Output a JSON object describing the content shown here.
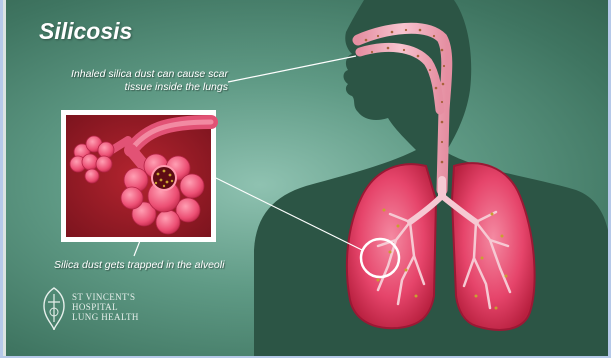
{
  "title": "Silicosis",
  "callouts": {
    "inhaled": "Inhaled silica dust can cause scar tissue inside the lungs",
    "alveoli": "Silica dust gets trapped in the alveoli"
  },
  "logo": {
    "line1": "ST VINCENT'S",
    "line2": "HOSPITAL",
    "line3": "LUNG HEALTH"
  },
  "colors": {
    "background": "#5f9a85",
    "silhouette": "#2c5545",
    "lung": "#e8466a",
    "inset_background": "#9c1c27",
    "dust": "#c9a030",
    "text": "#ffffff"
  },
  "icons": {
    "logo": "hospital-crest-icon",
    "highlight": "magnifier-circle"
  }
}
